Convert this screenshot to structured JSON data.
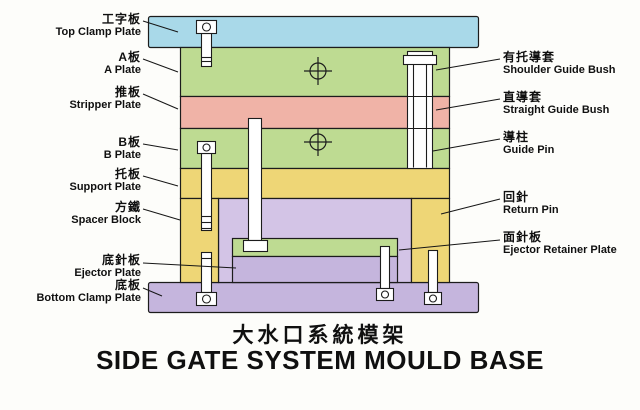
{
  "diagram": {
    "left_labels": [
      {
        "zh": "工字板",
        "en": "Top Clamp Plate"
      },
      {
        "zh": "A板",
        "en": "A Plate"
      },
      {
        "zh": "推板",
        "en": "Stripper Plate"
      },
      {
        "zh": "B板",
        "en": "B Plate"
      },
      {
        "zh": "托板",
        "en": "Support Plate"
      },
      {
        "zh": "方鐵",
        "en": "Spacer Block"
      },
      {
        "zh": "底針板",
        "en": "Ejector Plate"
      },
      {
        "zh": "底板",
        "en": "Bottom Clamp Plate"
      }
    ],
    "right_labels": [
      {
        "zh": "有托導套",
        "en": "Shoulder Guide Bush"
      },
      {
        "zh": "直導套",
        "en": "Straight Guide Bush"
      },
      {
        "zh": "導柱",
        "en": "Guide Pin"
      },
      {
        "zh": "回針",
        "en": "Return Pin"
      },
      {
        "zh": "面針板",
        "en": "Ejector Retainer Plate"
      }
    ]
  },
  "title": {
    "zh": "大水口系統模架",
    "en": "SIDE GATE SYSTEM MOULD BASE"
  },
  "colors": {
    "top_clamp_plate": "#a9d9e9",
    "a_plate": "#bedb92",
    "stripper_plate": "#f0b3a7",
    "b_plate": "#bedb92",
    "support_plate": "#eed676",
    "spacer_block": "#eed676",
    "ejector_space": "#d3c4e6",
    "ejector_retainer_plate": "#bedb92",
    "ejector_plate": "#c5b5dd",
    "bottom_clamp_plate": "#c5b5dd"
  }
}
